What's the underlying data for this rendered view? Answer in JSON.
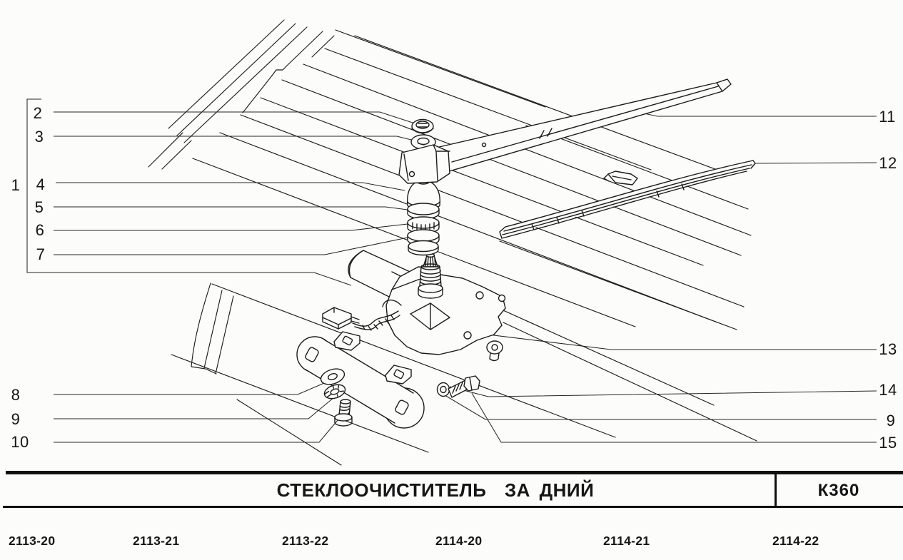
{
  "figure": {
    "callouts": [
      {
        "id": "1",
        "label": "1"
      },
      {
        "id": "2",
        "label": "2"
      },
      {
        "id": "3",
        "label": "3"
      },
      {
        "id": "4",
        "label": "4"
      },
      {
        "id": "5",
        "label": "5"
      },
      {
        "id": "6",
        "label": "6"
      },
      {
        "id": "7",
        "label": "7"
      },
      {
        "id": "8",
        "label": "8"
      },
      {
        "id": "9",
        "label": "9"
      },
      {
        "id": "10",
        "label": "10"
      },
      {
        "id": "11",
        "label": "11"
      },
      {
        "id": "12",
        "label": "12"
      },
      {
        "id": "13",
        "label": "13"
      },
      {
        "id": "14",
        "label": "14"
      },
      {
        "id": "9r",
        "label": "9"
      },
      {
        "id": "15",
        "label": "15"
      }
    ]
  },
  "table": {
    "title": "СТЕКЛООЧИСТИТЕЛЬ  ЗА ДНИЙ",
    "code": "К360",
    "models": [
      "2113-20",
      "2113-21",
      "2113-22",
      "2114-20",
      "2114-21",
      "2114-22"
    ]
  },
  "colors": {
    "ink": "#1c1c1c",
    "paper": "#fcfcfb"
  }
}
